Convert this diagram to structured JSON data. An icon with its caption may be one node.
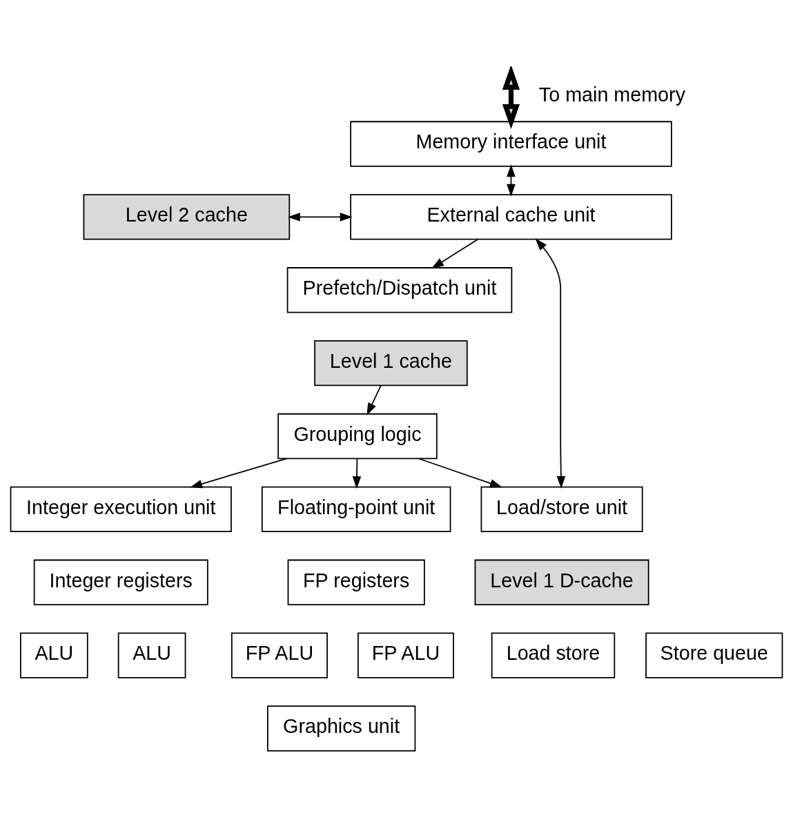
{
  "diagram": {
    "nodes": [
      {
        "text": [
          "Memory interface unit"
        ]
      },
      {
        "text": [
          "Level 2 cache"
        ]
      },
      {
        "text": [
          "External cache unit"
        ]
      },
      {
        "text": [
          "Prefetch/Dispatch unit"
        ]
      },
      {
        "text": [
          "Level 1 cache"
        ]
      },
      {
        "text": [
          "Grouping logic"
        ]
      },
      {
        "text": [
          "Integer execution unit"
        ]
      },
      {
        "text": [
          "Integer registers"
        ]
      },
      {
        "text": [
          "ALU"
        ]
      },
      {
        "text": [
          "ALU"
        ]
      },
      {
        "text": [
          "Floating-point unit"
        ]
      },
      {
        "text": [
          "FP registers"
        ]
      },
      {
        "text": [
          "FP ALU"
        ]
      },
      {
        "text": [
          "FP ALU"
        ]
      },
      {
        "text": [
          "Graphics unit"
        ]
      },
      {
        "text": [
          "Load/store unit"
        ]
      },
      {
        "text": [
          "Level 1 D-cache"
        ]
      },
      {
        "text": [
          "Load store"
        ]
      },
      {
        "text": [
          "Store queue"
        ]
      }
    ],
    "edges": [
      {
        "from": null,
        "to": 0,
        "arrow": "both",
        "label": "To main memory",
        "style": "thick"
      },
      {
        "from": 0,
        "to": 2,
        "arrow": "both"
      },
      {
        "from": 1,
        "to": 2,
        "arrow": "both"
      },
      {
        "from": 2,
        "to": 3,
        "arrow": "to"
      },
      {
        "from": 4,
        "to": 5,
        "arrow": "to"
      },
      {
        "from": 5,
        "to": 6,
        "arrow": "to"
      },
      {
        "from": 5,
        "to": 10,
        "arrow": "to"
      },
      {
        "from": 5,
        "to": 15,
        "arrow": "to"
      },
      {
        "from": 2,
        "to": 15,
        "arrow": "both"
      }
    ]
  }
}
